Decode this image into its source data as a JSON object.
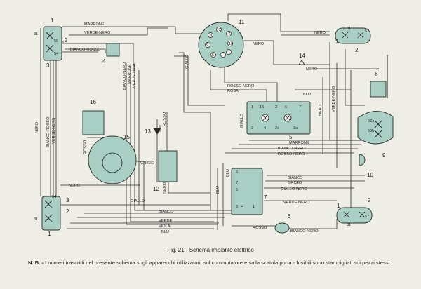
{
  "caption": "Fig. 21 - Schema impianto elettrico",
  "note": {
    "prefix": "N. B. -",
    "text": "I numeri trascritti nel presente schema sugli apparecchi utilizzatori, sul commutatore e sulla scatola porta - fusibili sono stampigliati sui pezzi stessi."
  },
  "wire_labels": {
    "marrone_top": "MARRONE",
    "verde_nero_top": "VERDE-NERO",
    "bianco_rosso_top": "BIANCO-ROSSO",
    "nero_right_top": "NERO",
    "nero_11": "NERO",
    "nero_14": "NERO",
    "giallo_11": "GIALLO",
    "bianco_nero_v": "BIANCO-NERO",
    "marrone_v": "MARRONE",
    "verde_nero_v": "VERDE-NERO",
    "nero_left_v": "NERO",
    "bianco_rosso_left_v": "BIANCO-ROSSO",
    "verde_nero_left_v": "VERDE-NERO",
    "rosso_nero": "ROSSO-NERO",
    "rosa": "ROSA",
    "blu_top": "BLU",
    "verde_nero_right_v": "VERDE-NERO",
    "nero_right_v": "NERO",
    "giallo_5": "GIALLO",
    "marrone_mid": "MARRONE",
    "bianco_nero_mid": "BIANCO-NERO",
    "rosso_nero_mid": "ROSSO-NERO",
    "rosso_16": "ROSSO",
    "rosso_13": "ROSSO",
    "grigio_15": "GRIGIO",
    "nero_12": "NERO",
    "nero_left_mid": "NERO",
    "giallo_bottom": "GIALLO",
    "bianco_bottom": "BIANCO",
    "verde_bottom": "VERDE",
    "viola_bottom": "VIOLA",
    "blu_bottom": "BLU",
    "blu_7": "BLU",
    "blu_7b": "BLU",
    "bianco_7": "BIANCO",
    "grigio_7": "GRIGIO",
    "giallo_nero_7": "GIALLO-NERO",
    "verde_nero_7": "VERDE-NERO",
    "rosso_6": "ROSSO",
    "bianco_nero_6": "BIANCO-NERO"
  },
  "component_numbers": [
    "1",
    "2",
    "3",
    "4",
    "5",
    "6",
    "7",
    "8",
    "9",
    "10",
    "11",
    "12",
    "13",
    "14",
    "15",
    "16"
  ],
  "terminal_labels": {
    "t31a": "31",
    "t58a": "58",
    "t54a": "54",
    "t54b": "54",
    "t31b": "31",
    "t31c": "31",
    "t57c": "57",
    "t31d": "31",
    "t57d": "57",
    "t56a": "56a",
    "t56b": "56b",
    "s1": "1",
    "s15": "15",
    "s2": "2",
    "s6": "6",
    "s7": "7",
    "s3": "3",
    "s4": "4",
    "s3a": "3a",
    "s2a": "2a",
    "k1": "1",
    "k2": "2",
    "k3": "3",
    "k4": "4",
    "k5": "5",
    "k6": "6",
    "k7": "7",
    "k8": "8",
    "k9": "9",
    "k10": "10"
  }
}
